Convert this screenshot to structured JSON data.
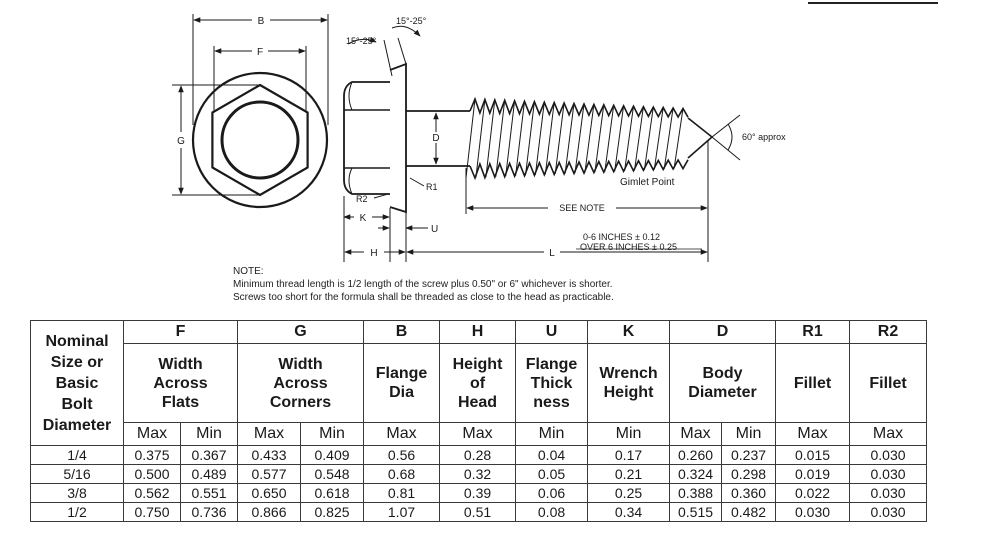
{
  "drawing": {
    "labels": {
      "b": "B",
      "f": "F",
      "g": "G",
      "angle_top": "15°-25°",
      "angle_left": "15°-25°",
      "d": "D",
      "r1": "R1",
      "r2": "R2",
      "k": "K",
      "u": "U",
      "h": "H",
      "l": "L",
      "see_note": "SEE NOTE",
      "gimlet_point": "Gimlet Point",
      "point_angle": "60° approx",
      "tol_short": "0-6 INCHES ± 0.12",
      "tol_long": "OVER 6 INCHES ± 0.25"
    }
  },
  "note": {
    "title": "NOTE:",
    "line1": "Minimum thread length is 1/2 length of the screw plus 0.50\" or 6\" whichever is shorter.",
    "line2": "Screws too short for the formula shall be threaded as close to the head as practicable."
  },
  "table": {
    "row_header": [
      "Nominal",
      "Size or",
      "Basic",
      "Bolt",
      "Diameter"
    ],
    "columns": [
      {
        "letter": "F",
        "desc": [
          "Width",
          "Across",
          "Flats"
        ],
        "sub": [
          "Max",
          "Min"
        ]
      },
      {
        "letter": "G",
        "desc": [
          "Width",
          "Across",
          "Corners"
        ],
        "sub": [
          "Max",
          "Min"
        ]
      },
      {
        "letter": "B",
        "desc": [
          "Flange",
          "Dia"
        ],
        "sub": [
          "Max"
        ]
      },
      {
        "letter": "H",
        "desc": [
          "Height",
          "of",
          "Head"
        ],
        "sub": [
          "Max"
        ]
      },
      {
        "letter": "U",
        "desc": [
          "Flange",
          "Thick",
          "ness"
        ],
        "sub": [
          "Min"
        ]
      },
      {
        "letter": "K",
        "desc": [
          "Wrench",
          "Height"
        ],
        "sub": [
          "Min"
        ]
      },
      {
        "letter": "D",
        "desc": [
          "Body",
          "Diameter"
        ],
        "sub": [
          "Max",
          "Min"
        ]
      },
      {
        "letter": "R1",
        "desc": [
          "Fillet"
        ],
        "sub": [
          "Max"
        ]
      },
      {
        "letter": "R2",
        "desc": [
          "Fillet"
        ],
        "sub": [
          "Max"
        ]
      }
    ],
    "rows": [
      {
        "size": "1/4",
        "values": [
          "0.375",
          "0.367",
          "0.433",
          "0.409",
          "0.56",
          "0.28",
          "0.04",
          "0.17",
          "0.260",
          "0.237",
          "0.015",
          "0.030"
        ]
      },
      {
        "size": "5/16",
        "values": [
          "0.500",
          "0.489",
          "0.577",
          "0.548",
          "0.68",
          "0.32",
          "0.05",
          "0.21",
          "0.324",
          "0.298",
          "0.019",
          "0.030"
        ]
      },
      {
        "size": "3/8",
        "values": [
          "0.562",
          "0.551",
          "0.650",
          "0.618",
          "0.81",
          "0.39",
          "0.06",
          "0.25",
          "0.388",
          "0.360",
          "0.022",
          "0.030"
        ]
      },
      {
        "size": "1/2",
        "values": [
          "0.750",
          "0.736",
          "0.866",
          "0.825",
          "1.07",
          "0.51",
          "0.08",
          "0.34",
          "0.515",
          "0.482",
          "0.030",
          "0.030"
        ]
      }
    ]
  }
}
